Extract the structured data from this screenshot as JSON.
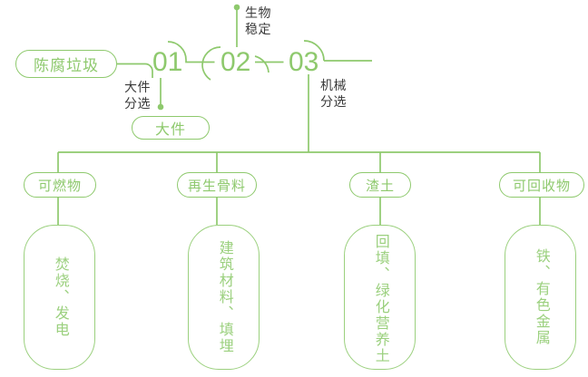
{
  "meta": {
    "title": "陈腐垃圾处理流程图",
    "accent_green": "#8ec96d",
    "light_green": "#9bd07e",
    "label_gray": "#3b3b3b",
    "background": "#ffffff"
  },
  "source_node": {
    "label": "陈腐垃圾"
  },
  "steps": [
    {
      "number": "01",
      "annotation": "大件\n分选",
      "annot_line1": "大件",
      "annot_line2": "分选"
    },
    {
      "number": "02",
      "annotation": "生物\n稳定",
      "annot_line1": "生物",
      "annot_line2": "稳定"
    },
    {
      "number": "03",
      "annotation": "机械\n分选",
      "annot_line1": "机械",
      "annot_line2": "分选"
    }
  ],
  "side_outputs": [
    {
      "label": "大件",
      "from_step": "01"
    }
  ],
  "branches": [
    {
      "category": "可燃物",
      "outcome": "焚烧、发电"
    },
    {
      "category": "再生骨料",
      "outcome": "建筑材料、填埋"
    },
    {
      "category": "渣土",
      "outcome": "回填、绿化营养土"
    },
    {
      "category": "可回收物",
      "outcome": "铁、有色金属"
    }
  ]
}
